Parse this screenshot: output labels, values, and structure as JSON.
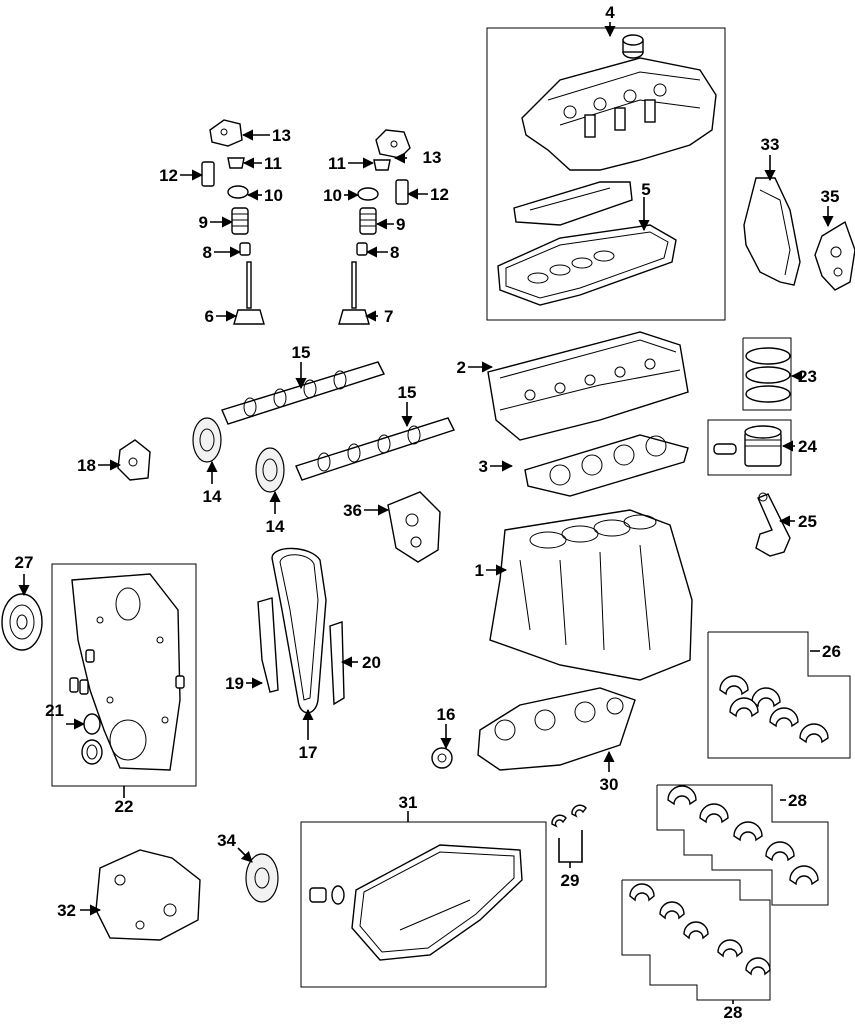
{
  "callouts": {
    "c1": "1",
    "c2": "2",
    "c3": "3",
    "c4": "4",
    "c5": "5",
    "c6": "6",
    "c7": "7",
    "c8a": "8",
    "c8b": "8",
    "c9a": "9",
    "c9b": "9",
    "c10a": "10",
    "c10b": "10",
    "c11a": "11",
    "c11b": "11",
    "c12a": "12",
    "c12b": "12",
    "c13a": "13",
    "c13b": "13",
    "c14a": "14",
    "c14b": "14",
    "c15a": "15",
    "c15b": "15",
    "c16": "16",
    "c17": "17",
    "c18": "18",
    "c19": "19",
    "c20": "20",
    "c21": "21",
    "c22": "22",
    "c23": "23",
    "c24": "24",
    "c25": "25",
    "c26": "26",
    "c27": "27",
    "c28a": "28",
    "c28b": "28",
    "c29": "29",
    "c30": "30",
    "c31": "31",
    "c32": "32",
    "c33": "33",
    "c34": "34",
    "c35": "35",
    "c36": "36"
  }
}
